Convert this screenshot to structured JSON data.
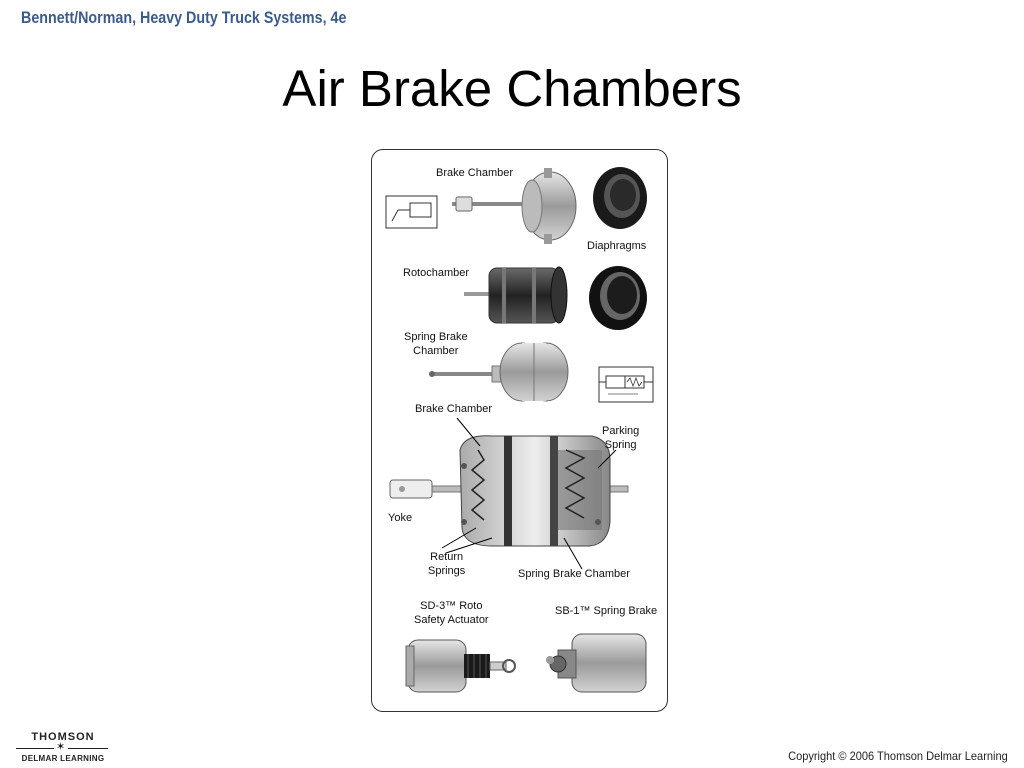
{
  "header": {
    "text": "Bennett/Norman, Heavy Duty Truck Systems, 4e"
  },
  "slide": {
    "title": "Air Brake Chambers"
  },
  "figure": {
    "labels": {
      "brake_chamber_top": "Brake Chamber",
      "diaphragms": "Diaphragms",
      "rotochamber": "Rotochamber",
      "spring_brake_chamber_line1": "Spring Brake",
      "spring_brake_chamber_line2": "Chamber",
      "brake_chamber_cutaway": "Brake Chamber",
      "parking_spring_line1": "Parking",
      "parking_spring_line2": "Spring",
      "yoke": "Yoke",
      "return_springs_line1": "Return",
      "return_springs_line2": "Springs",
      "spring_brake_chamber_cutaway": "Spring Brake Chamber",
      "sd3_line1": "SD-3™ Roto",
      "sd3_line2": "Safety Actuator",
      "sb1": "SB-1™ Spring Brake"
    }
  },
  "footer": {
    "logo_line1": "THOMSON",
    "logo_line2": "DELMAR LEARNING",
    "copyright": "Copyright © 2006 Thomson Delmar Learning"
  }
}
